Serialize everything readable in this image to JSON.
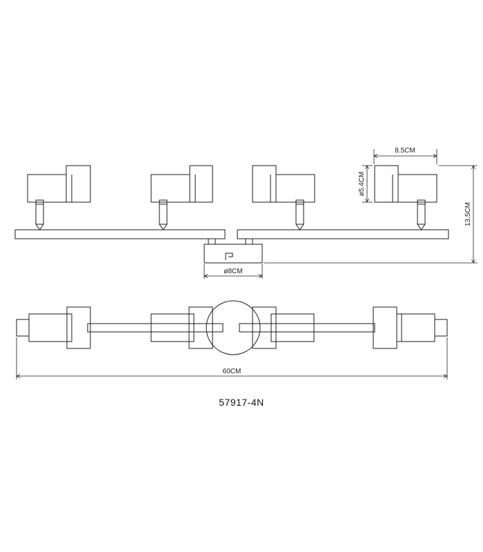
{
  "dimensions": {
    "head_width": "8.5CM",
    "head_diameter": "ø5.4CM",
    "total_height": "13.5CM",
    "base_diameter": "ø8CM",
    "total_length": "60CM"
  },
  "model_code": "57917-4N",
  "colors": {
    "line": "#1a1a1a",
    "background": "#ffffff"
  }
}
